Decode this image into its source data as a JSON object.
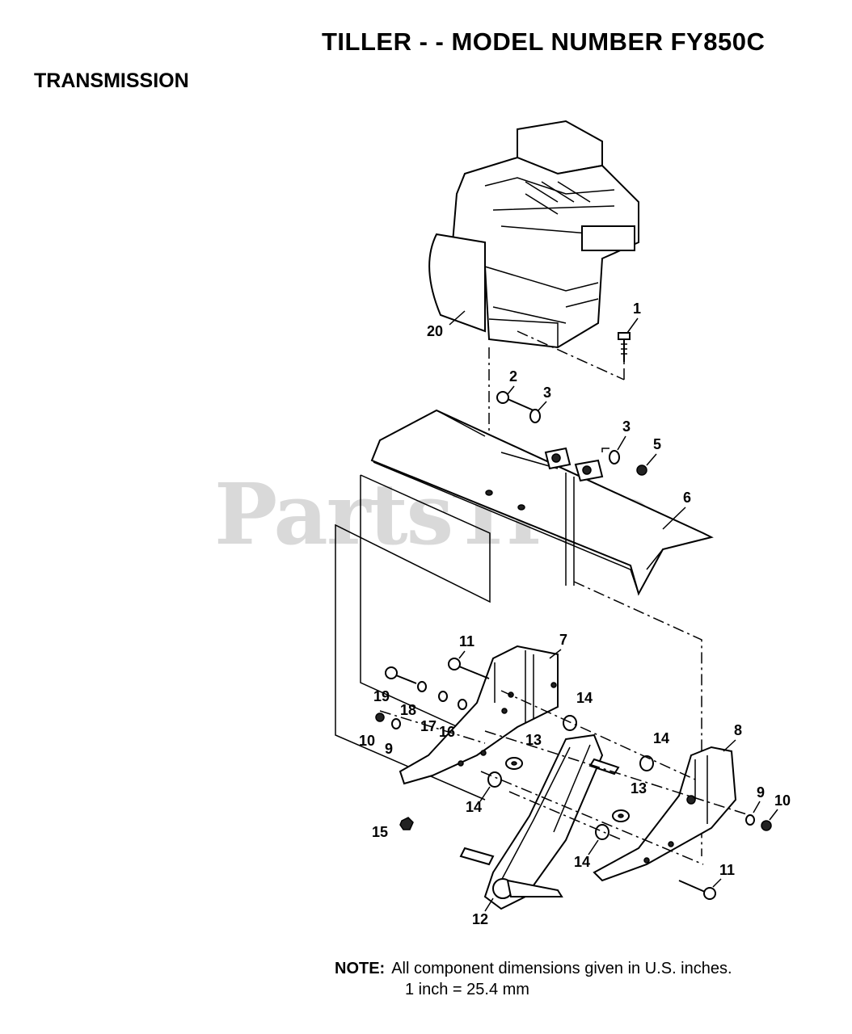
{
  "header": {
    "title": "TILLER - - MODEL NUMBER FY850C"
  },
  "section": {
    "name": "TRANSMISSION"
  },
  "watermark": {
    "text": "PartsTree"
  },
  "note": {
    "label": "NOTE:",
    "line1": "All component dimensions given in U.S. inches.",
    "line2": "1 inch = 25.4 mm"
  },
  "callouts": [
    "1",
    "2",
    "3",
    "3",
    "5",
    "6",
    "7",
    "8",
    "9",
    "9",
    "10",
    "10",
    "11",
    "11",
    "12",
    "13",
    "13",
    "14",
    "14",
    "14",
    "14",
    "15",
    "16",
    "17",
    "18",
    "19",
    "20"
  ]
}
